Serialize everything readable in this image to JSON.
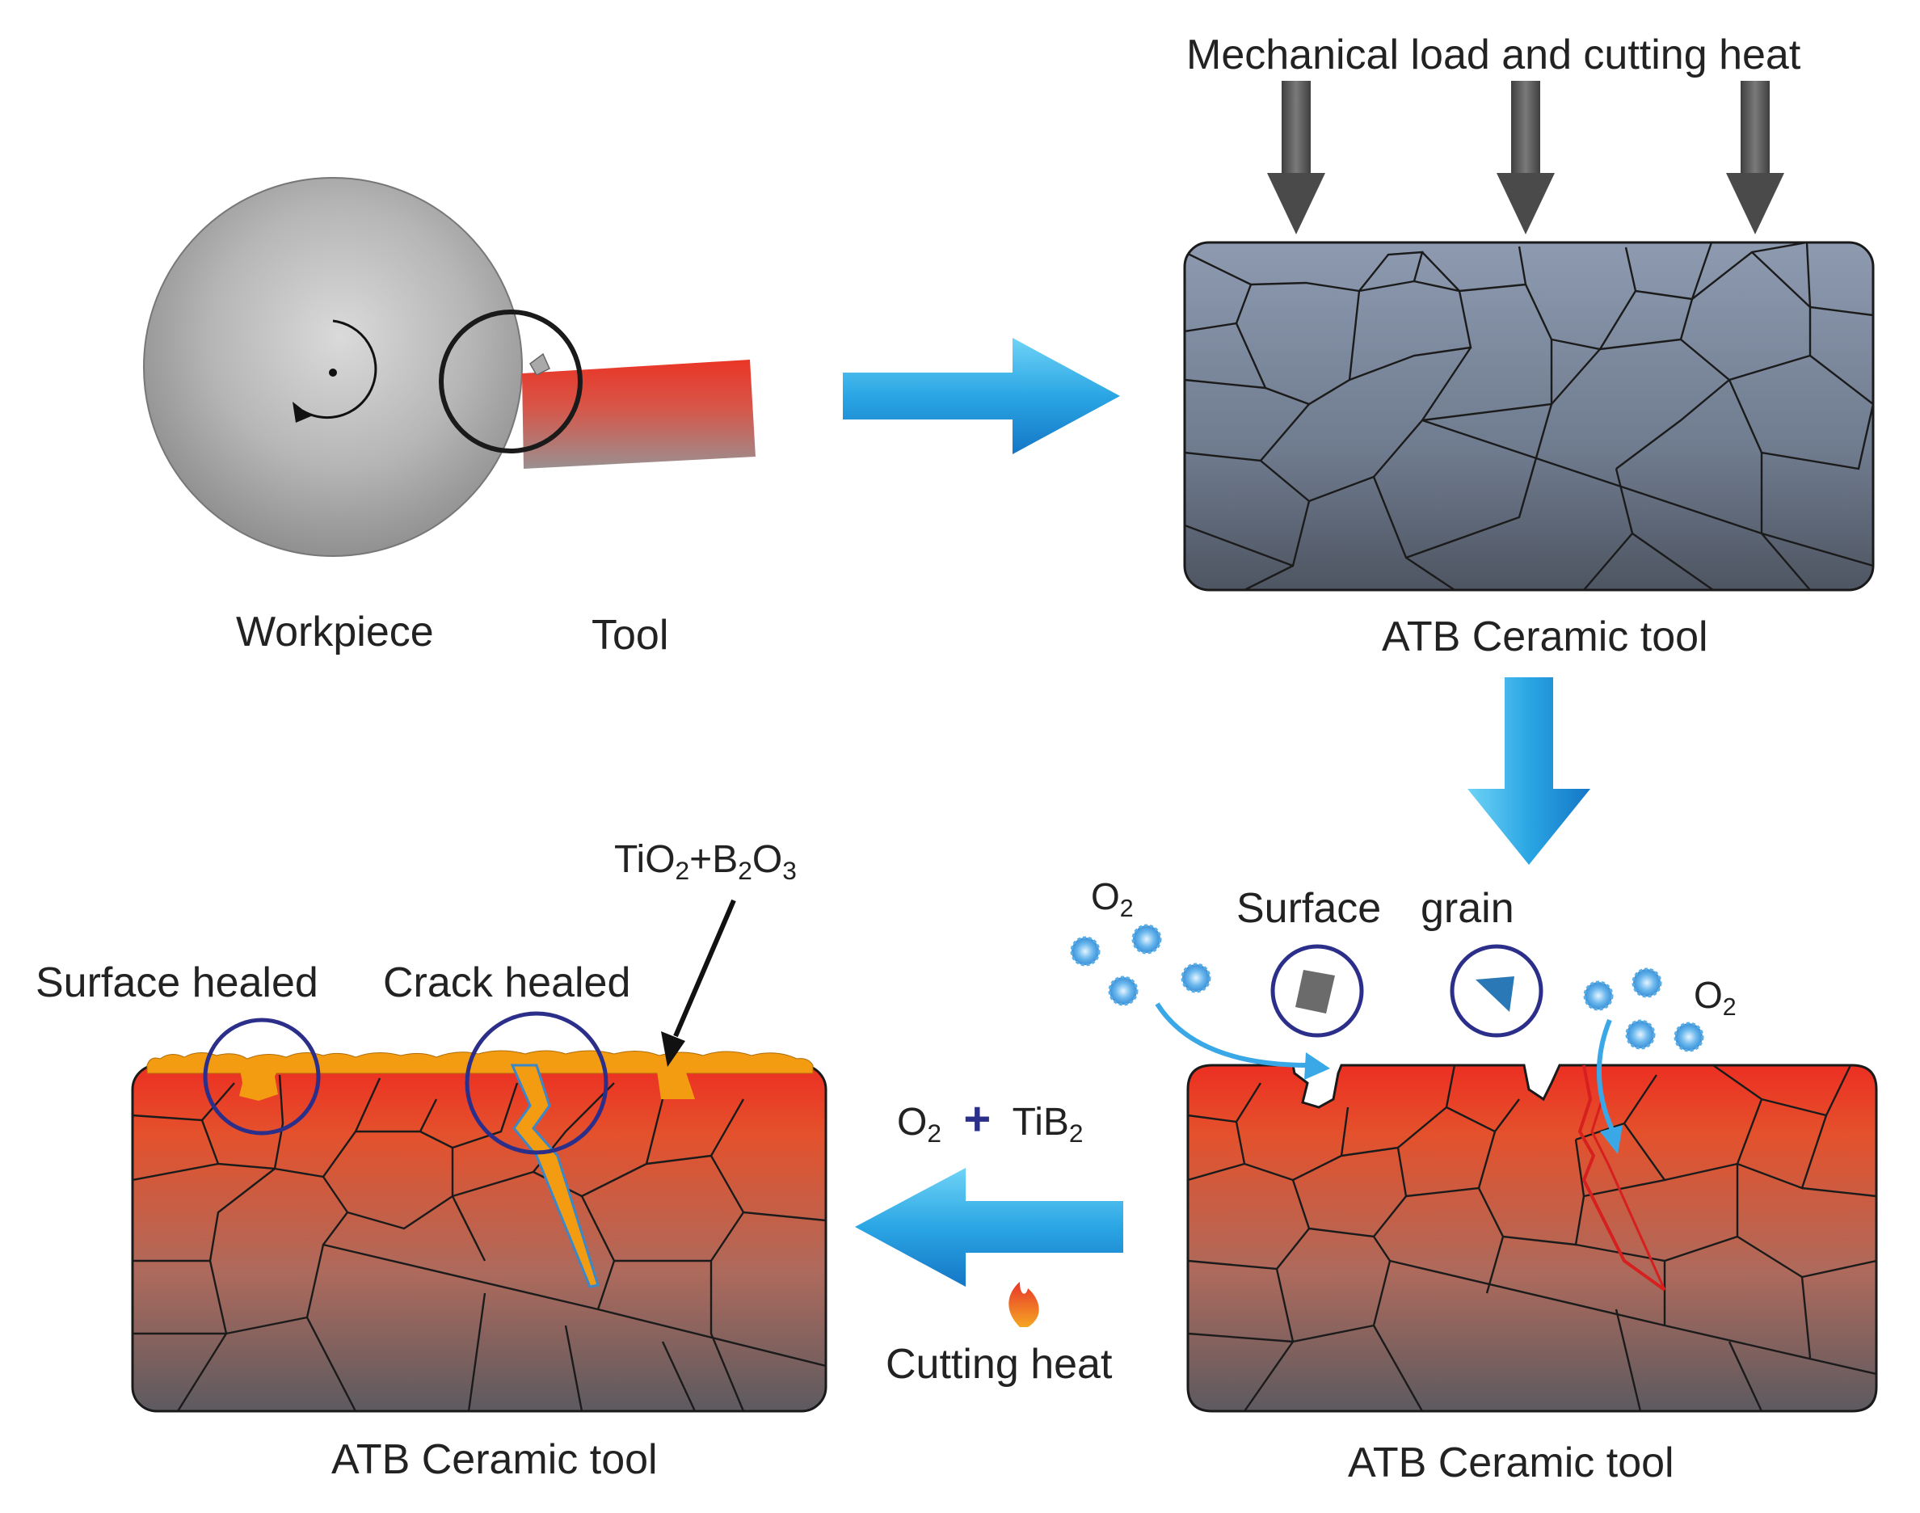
{
  "labels": {
    "top_load": "Mechanical load and cutting heat",
    "workpiece": "Workpiece",
    "tool": "Tool",
    "tool_top_right": "ATB Ceramic tool",
    "tool_bottom_right": "ATB Ceramic tool",
    "tool_bottom_left": "ATB Ceramic tool",
    "surface": "Surface",
    "grain": "grain",
    "o2_left": "O",
    "o2_right": "O",
    "reaction_o2": "O",
    "reaction_tib2": "TiB",
    "sub2": "2",
    "sub3": "3",
    "plus_sign": "+",
    "oxide_ti": "TiO",
    "oxide_plus": "+B",
    "oxide_o": "O",
    "cutting_heat": "Cutting heat",
    "surface_healed": "Surface healed",
    "crack_healed": "Crack healed"
  },
  "colors": {
    "arrow_blue_light": "#5cc8f2",
    "arrow_blue_dark": "#1a82d4",
    "load_arrow": "#555555",
    "hot_red": "#e8352a",
    "grey_body": "#6f7a8c",
    "oxide_orange": "#f39c12",
    "circle_navy": "#2b2f8a",
    "o2_dot": "#5aaee6"
  }
}
